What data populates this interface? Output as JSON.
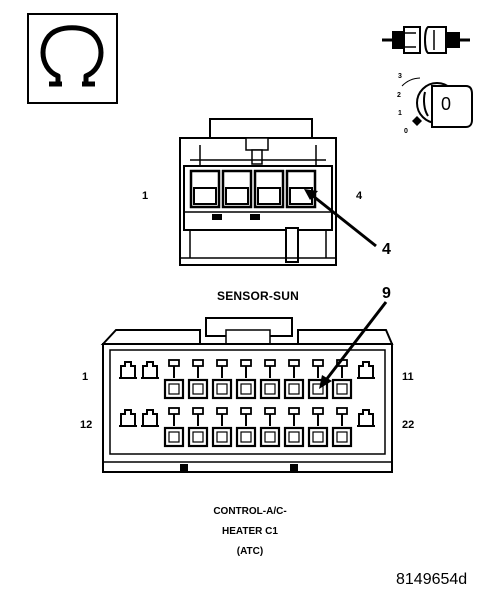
{
  "ohm_symbol": "Ω",
  "key_digits": [
    "3",
    "2",
    "1",
    "0"
  ],
  "key_position": "0",
  "upper_connector": {
    "pin_left": "1",
    "pin_right": "4",
    "callout": "4",
    "title": "SENSOR-SUN"
  },
  "lower_connector": {
    "callout": "9",
    "pin_top_left": "1",
    "pin_top_right": "11",
    "pin_bottom_left": "12",
    "pin_bottom_right": "22",
    "caption_line1": "CONTROL-A/C-",
    "caption_line2": "HEATER C1",
    "caption_line3": "(ATC)"
  },
  "figure_id": "8149654d"
}
